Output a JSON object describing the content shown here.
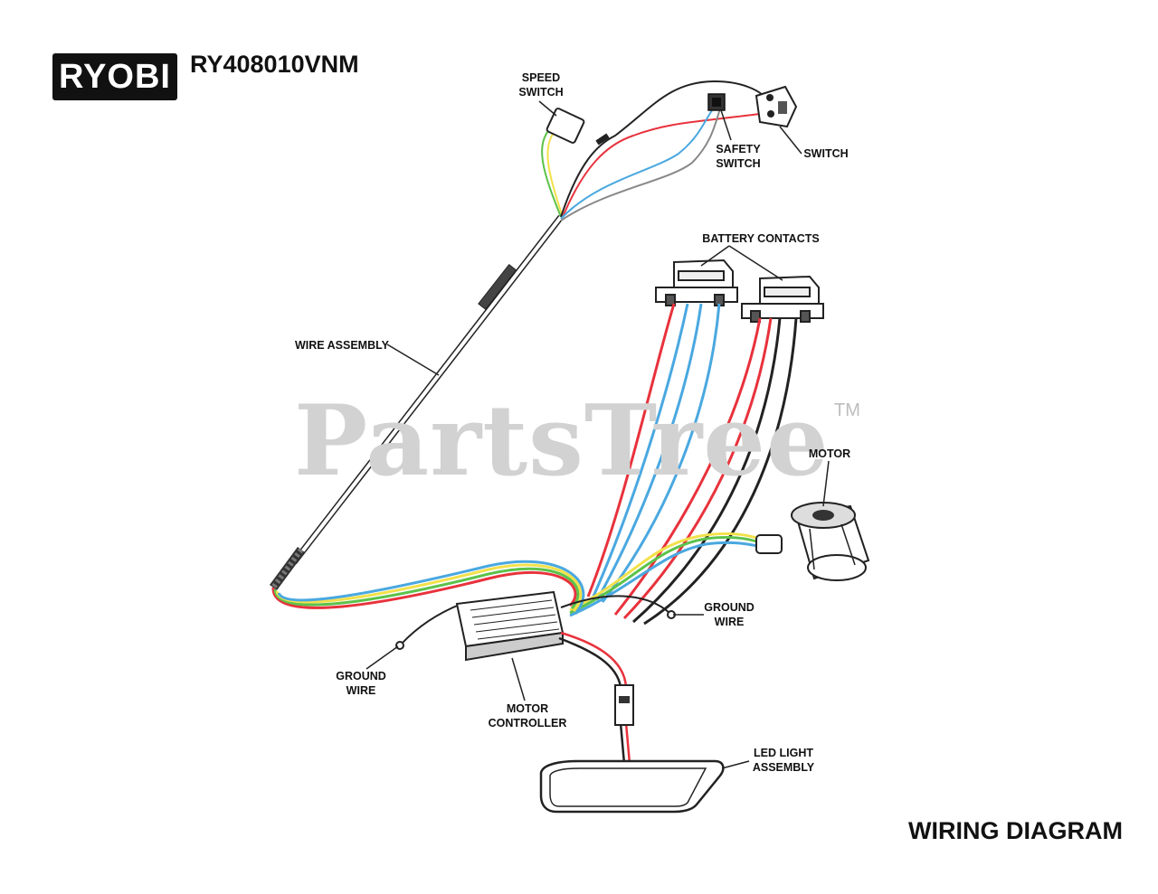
{
  "header": {
    "brand": "RYOBI",
    "model": "RY408010VNM"
  },
  "watermark": {
    "text": "PartsTree",
    "tm": "TM"
  },
  "labels": {
    "speed_switch": "SPEED\nSWITCH",
    "safety_switch": "SAFETY\nSWITCH",
    "switch": "SWITCH",
    "battery_contacts": "BATTERY CONTACTS",
    "wire_assembly": "WIRE ASSEMBLY",
    "motor": "MOTOR",
    "ground_wire_right": "GROUND\nWIRE",
    "ground_wire_left": "GROUND\nWIRE",
    "motor_controller": "MOTOR\nCONTROLLER",
    "led_light_assembly": "LED LIGHT\nASSEMBLY"
  },
  "footer": {
    "title": "WIRING DIAGRAM"
  },
  "colors": {
    "red_wire": "#e8323c",
    "blue_wire": "#4aa8e0",
    "green_wire": "#5cc24a",
    "yellow_wire": "#f2e14a",
    "black_wire": "#222222",
    "watermark": "#d2d2d2"
  }
}
